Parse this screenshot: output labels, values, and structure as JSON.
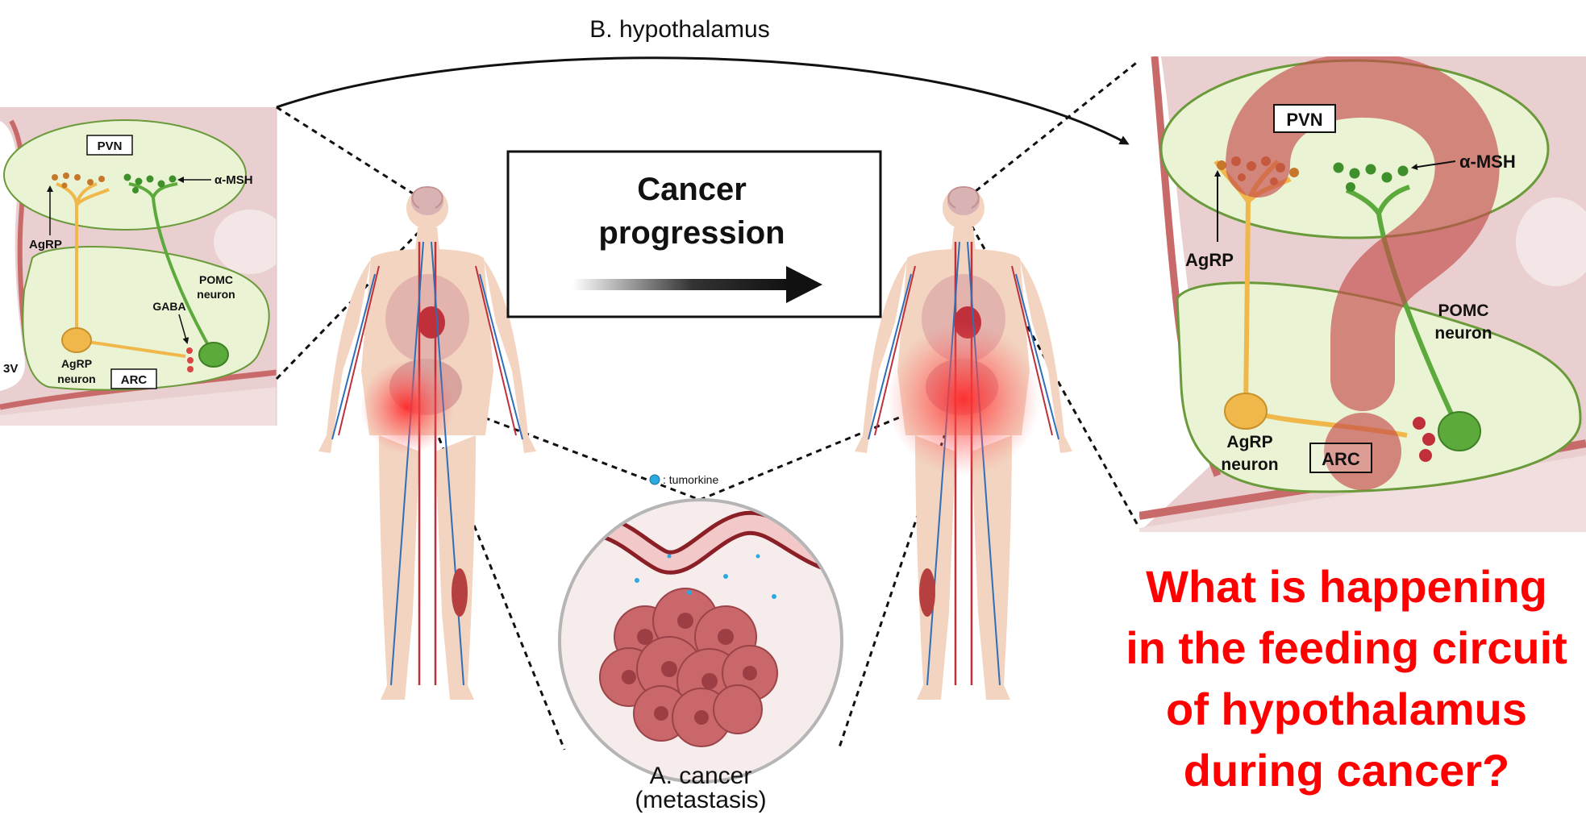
{
  "title_hypothalamus": "B. hypothalamus",
  "progression": {
    "line1": "Cancer",
    "line2": "progression"
  },
  "left_panel": {
    "pvn": "PVN",
    "alpha_msh": "α-MSH",
    "agrp": "AgRP",
    "pomc_line1": "POMC",
    "pomc_line2": "neuron",
    "gaba": "GABA",
    "agrp_neuron_line1": "AgRP",
    "agrp_neuron_line2": "neuron",
    "arc": "ARC",
    "ventricle": "3V"
  },
  "right_panel": {
    "pvn": "PVN",
    "alpha_msh": "α-MSH",
    "agrp": "AgRP",
    "pomc_line1": "POMC",
    "pomc_line2": "neuron",
    "agrp_neuron_line1": "AgRP",
    "agrp_neuron_line2": "neuron",
    "arc": "ARC"
  },
  "tumor_inset": {
    "legend": ": tumorkine"
  },
  "cancer_label": {
    "line1": "A. cancer",
    "line2": "(metastasis)"
  },
  "question": {
    "line1": "What is happening",
    "line2": "in the feeding circuit",
    "line3": "of hypothalamus",
    "line4": "during cancer?"
  },
  "colors": {
    "question": "#ff0000",
    "agrp_neuron": "#f0b84a",
    "pomc_neuron": "#5caa3c",
    "tissue": "#e9cfcf",
    "nucleus_fill": "#eaf3d4",
    "vessel_red": "#c0303a",
    "vessel_blue": "#2f6fb8",
    "tumor": "#c9676a"
  }
}
